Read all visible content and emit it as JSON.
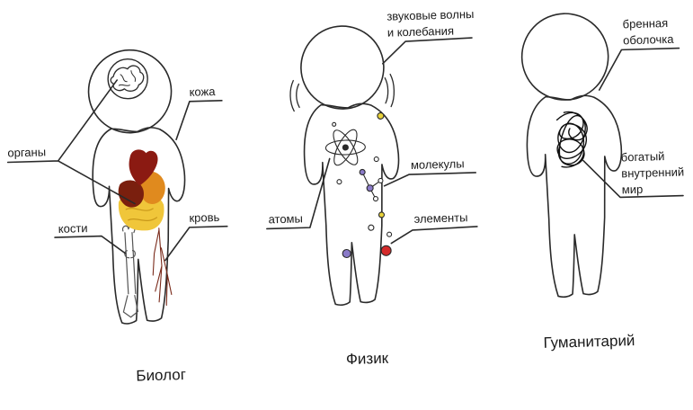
{
  "panels": [
    {
      "caption": "Биолог",
      "labels": {
        "organs": "органы",
        "skin": "кожа",
        "bones": "кости",
        "blood": "кровь"
      }
    },
    {
      "caption": "Физик",
      "labels": {
        "waves": "звуковые волны",
        "vibrations": "и колебания",
        "molecules": "молекулы",
        "atoms": "атомы",
        "elements": "элементы"
      }
    },
    {
      "caption": "Гуманитарий",
      "labels": {
        "shell_1": "бренная",
        "shell_2": "оболочка",
        "inner_1": "богатый",
        "inner_2": "внутренний",
        "inner_3": "мир"
      }
    }
  ],
  "colors": {
    "outline": "#2a2a2a",
    "heart": "#8b1a12",
    "liver": "#7a1f0e",
    "stomach": "#e08a1e",
    "intestines": "#f0c63a",
    "atom_red": "#d42a2a",
    "atom_purple": "#8a7ac8",
    "atom_yellow": "#e8d23a"
  }
}
